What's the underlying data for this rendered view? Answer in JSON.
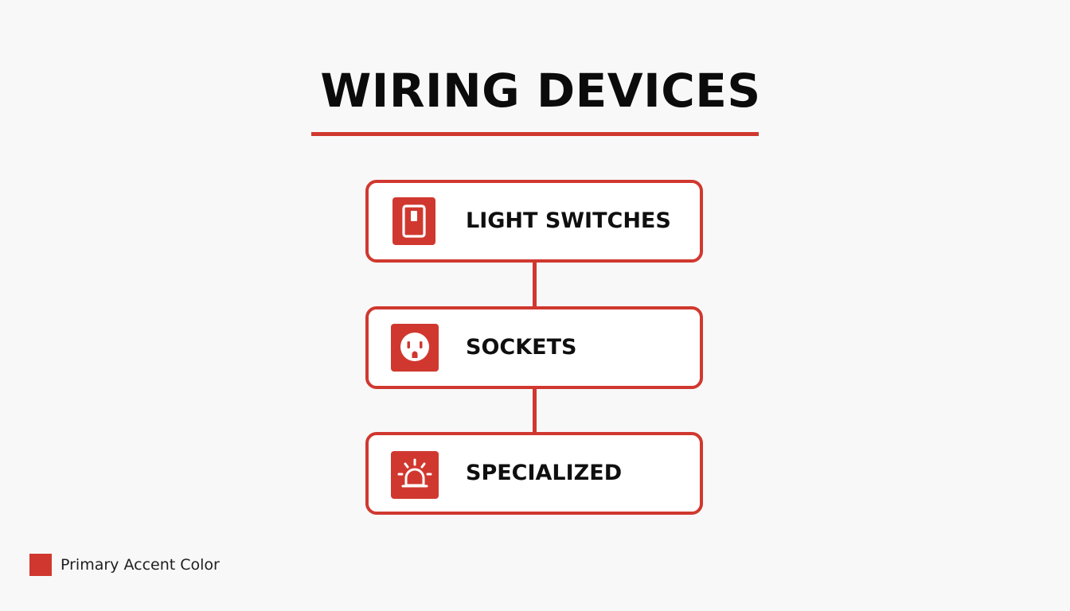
{
  "title": "WIRING DEVICES",
  "accent_color": "#d0382f",
  "devices": [
    {
      "label": "LIGHT SWITCHES",
      "icon": "light-switch-icon"
    },
    {
      "label": "SOCKETS",
      "icon": "socket-outlet-icon"
    },
    {
      "label": "SPECIALIZED",
      "icon": "alarm-beacon-icon"
    }
  ],
  "legend": {
    "label": "Primary Accent Color",
    "color": "#d0382f"
  }
}
